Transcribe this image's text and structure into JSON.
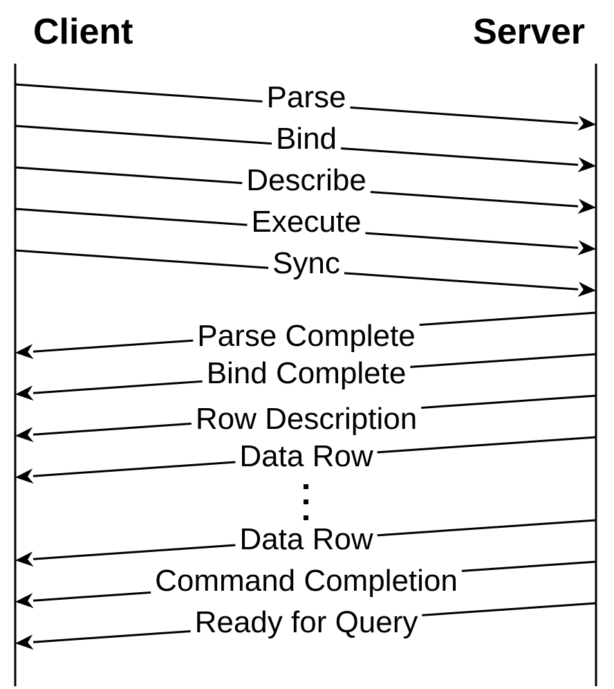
{
  "actors": {
    "client": "Client",
    "server": "Server"
  },
  "messages": [
    {
      "label": "Parse",
      "direction": "client-to-server"
    },
    {
      "label": "Bind",
      "direction": "client-to-server"
    },
    {
      "label": "Describe",
      "direction": "client-to-server"
    },
    {
      "label": "Execute",
      "direction": "client-to-server"
    },
    {
      "label": "Sync",
      "direction": "client-to-server"
    },
    {
      "label": "Parse Complete",
      "direction": "server-to-client"
    },
    {
      "label": "Bind Complete",
      "direction": "server-to-client"
    },
    {
      "label": "Row Description",
      "direction": "server-to-client"
    },
    {
      "label": "Data Row",
      "direction": "server-to-client"
    },
    {
      "label": "Data Row",
      "direction": "server-to-client"
    },
    {
      "label": "Command Completion",
      "direction": "server-to-client"
    },
    {
      "label": "Ready for Query",
      "direction": "server-to-client"
    }
  ],
  "ellipsis_after_message": 8,
  "colors": {
    "line": "#000000",
    "background": "#ffffff"
  }
}
